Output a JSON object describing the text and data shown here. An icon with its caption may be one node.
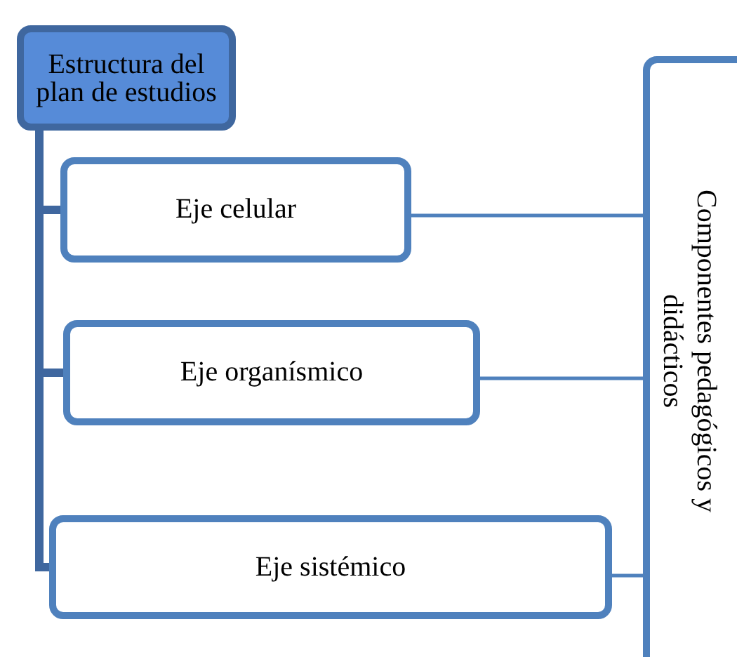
{
  "diagram": {
    "nodes": [
      {
        "text": [
          "Estructura del plan de estudios"
        ]
      },
      {
        "text": [
          "Eje celular"
        ]
      },
      {
        "text": [
          "Eje organísmico"
        ]
      },
      {
        "text": [
          "Eje  sistémico"
        ]
      },
      {
        "text": [
          "Componentes pedagógicos y didácticos"
        ]
      }
    ],
    "edges": [
      {
        "from": 0,
        "to": 1,
        "arrow": "none",
        "style": "thick",
        "color": "#3f679f"
      },
      {
        "from": 0,
        "to": 2,
        "arrow": "none",
        "style": "thick",
        "color": "#3f679f"
      },
      {
        "from": 0,
        "to": 3,
        "arrow": "none",
        "style": "thick",
        "color": "#3f679f"
      },
      {
        "from": 1,
        "to": 4,
        "arrow": "none"
      },
      {
        "from": 2,
        "to": 4,
        "arrow": "none"
      },
      {
        "from": 3,
        "to": 4,
        "arrow": "none"
      }
    ]
  }
}
